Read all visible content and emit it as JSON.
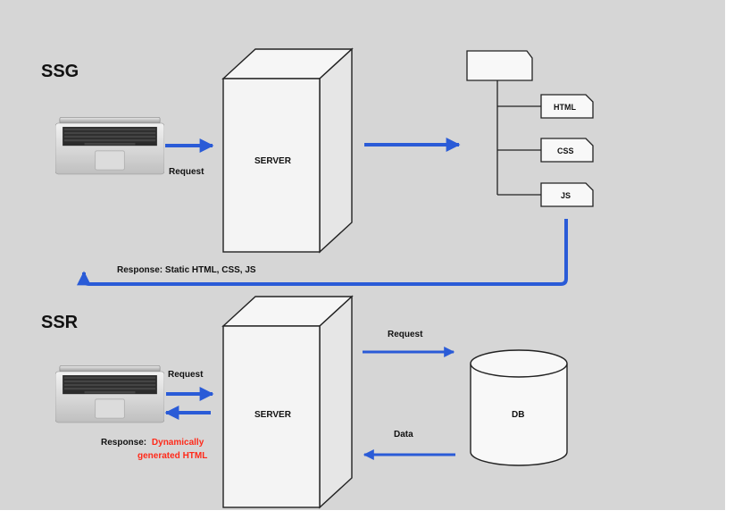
{
  "colors": {
    "background": "#d6d6d6",
    "arrow": "#2a5bd7",
    "accent_text": "#ff2a1a",
    "server_fill": "#f4f4f4",
    "outline": "#222222"
  },
  "icons": {
    "laptop": "laptop-icon",
    "server": "server-box-icon",
    "folder": "folder-icon",
    "file": "file-icon",
    "database": "database-cylinder-icon"
  },
  "ssg": {
    "title": "SSG",
    "request_label": "Request",
    "server_label": "SERVER",
    "files": [
      "HTML",
      "CSS",
      "JS"
    ],
    "response_label": "Response: Static HTML, CSS, JS"
  },
  "ssr": {
    "title": "SSR",
    "client_request_label": "Request",
    "server_label": "SERVER",
    "response_prefix": "Response:",
    "response_highlight_1": "Dynamically",
    "response_highlight_2": "generated HTML",
    "db_request_label": "Request",
    "db_data_label": "Data",
    "db_label": "DB"
  }
}
